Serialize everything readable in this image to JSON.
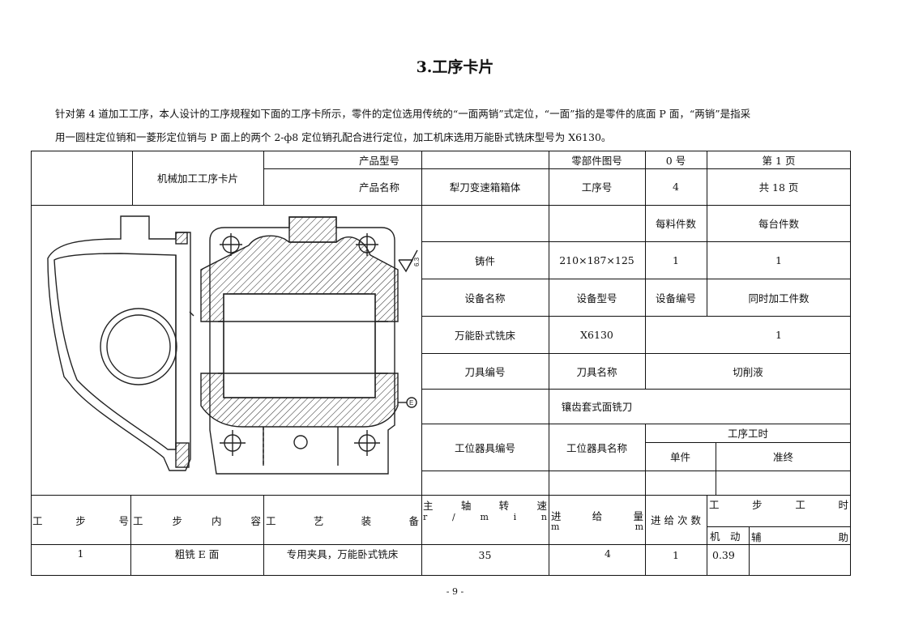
{
  "title": "3.工序卡片",
  "intro": {
    "line1": "针对第 4 道加工工序，本人设计的工序规程如下面的工序卡所示，零件的定位选用传统的“一面两销”式定位，“一面”指的是零件的底面 P 面，“两销”是指采",
    "line2": "用一圆柱定位销和一菱形定位销与 P 面上的两个 2-ф8 定位销孔配合进行定位，加工机床选用万能卧式铣床型号为 X6130。"
  },
  "card": {
    "card_name": "机械加工工序卡片",
    "product_model_label": "产品型号",
    "part_drawing_no_label": "零部件图号",
    "part_drawing_no": "0 号",
    "page_label": "第 1 页",
    "product_name_label": "产品名称",
    "product_name": "犁刀变速箱箱体",
    "process_no_label": "工序号",
    "process_no": "4",
    "total_pages": "共 18 页",
    "per_blank_label": "每料件数",
    "per_unit_label": "每台件数",
    "blank_type": "铸件",
    "blank_size": "210×187×125",
    "per_blank": "1",
    "per_unit": "1",
    "equip_name_label": "设备名称",
    "equip_model_label": "设备型号",
    "equip_no_label": "设备编号",
    "simultaneous_label": "同时加工件数",
    "equip_name": "万能卧式铣床",
    "equip_model": "X6130",
    "simultaneous": "1",
    "tool_no_label": "刀具编号",
    "tool_name_label": "刀具名称",
    "coolant_label": "切削液",
    "tool_name": "镶齿套式面铣刀",
    "fixture_no_label": "工位器具编号",
    "fixture_name_label": "工位器具名称",
    "process_time_label": "工序工时",
    "unit_label": "单件",
    "prep_label": "准终"
  },
  "steps_header": {
    "step_no": [
      "工",
      "步",
      "号"
    ],
    "step_content": [
      "工",
      "步",
      "内",
      "容"
    ],
    "equipment": [
      "工",
      "艺",
      "装",
      "备"
    ],
    "speed_top": [
      "主",
      "轴",
      "转",
      "速"
    ],
    "speed_bottom": [
      "r",
      "/",
      "m",
      "i",
      "n"
    ],
    "feed": [
      "进",
      "给",
      "量"
    ],
    "feed_unit_left": "m",
    "feed_unit_right": "m",
    "passes": "进 给 次 数",
    "step_time": [
      "工",
      "步",
      "工",
      "时"
    ],
    "machine_time": "机　动",
    "aux_time": [
      "辅",
      "助"
    ]
  },
  "steps": [
    {
      "no": "1",
      "content": "粗铣 E 面",
      "equipment": "专用夹具，万能卧式铣床",
      "speed": "35",
      "feed": "4",
      "passes": "1",
      "machine_time": "0.39"
    }
  ],
  "drawing": {
    "roughness_mark": "6.3",
    "surface_label": "E"
  },
  "page_number": "- 9 -"
}
